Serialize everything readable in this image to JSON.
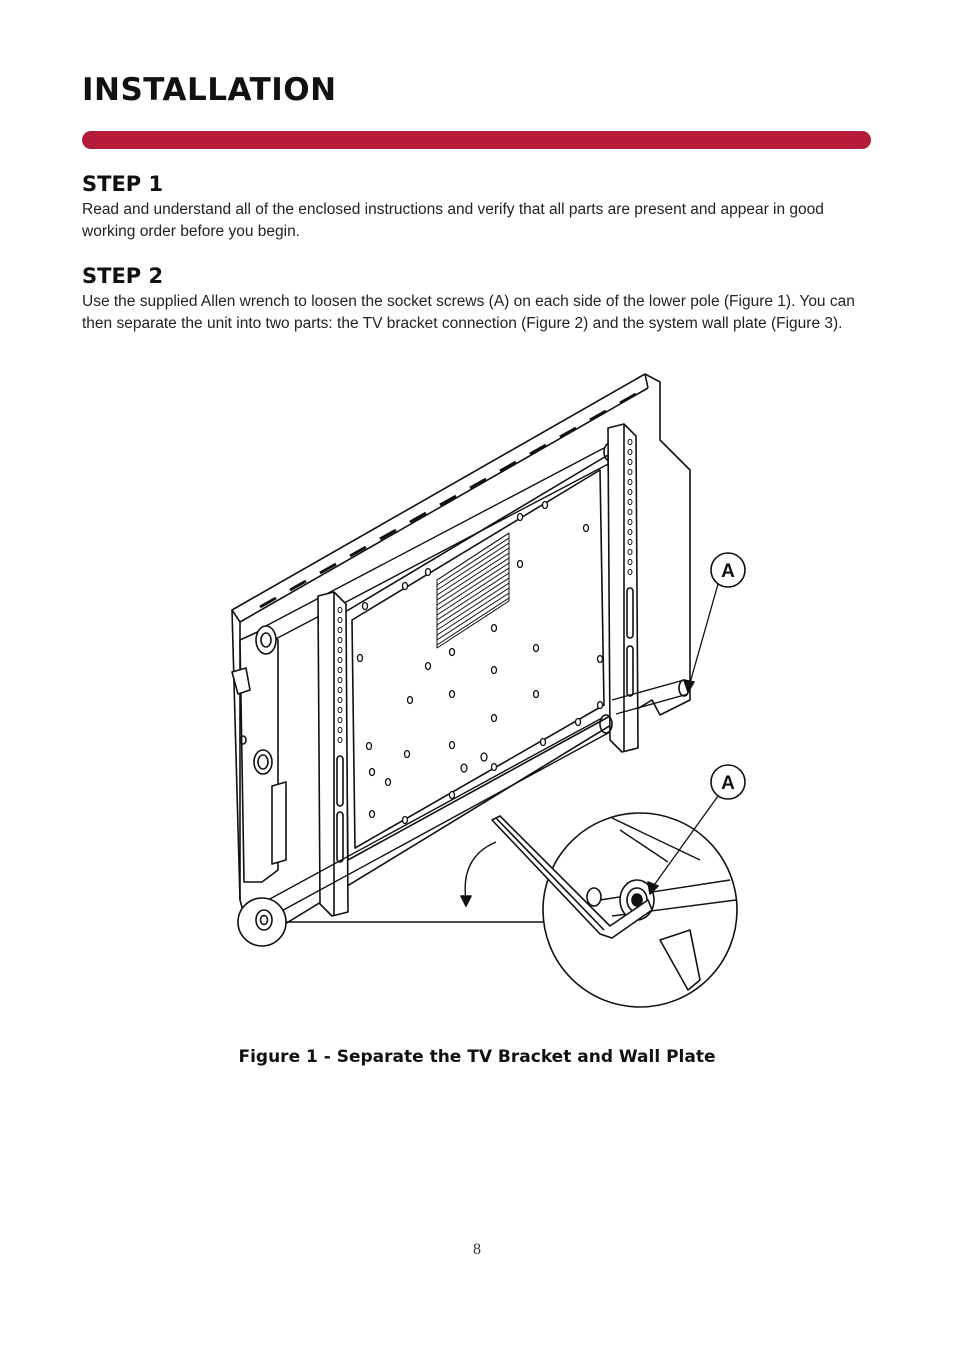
{
  "page": {
    "title": "INSTALLATION",
    "accent_color": "#b51c3c",
    "page_number": "8"
  },
  "steps": [
    {
      "heading": "STEP 1",
      "text": "Read and understand all of the enclosed instructions and verify that all parts are present and appear in good working order before you begin."
    },
    {
      "heading": "STEP 2",
      "text": "Use the supplied Allen wrench to loosen the socket screws (A) on each side of the lower pole (Figure 1). You can then separate the unit into two parts: the TV bracket connection (Figure 2) and the system wall plate (Figure 3)."
    }
  ],
  "figure": {
    "callout_label_1": "A",
    "callout_label_2": "A",
    "caption": "Figure 1 - Separate the TV Bracket and Wall Plate"
  }
}
